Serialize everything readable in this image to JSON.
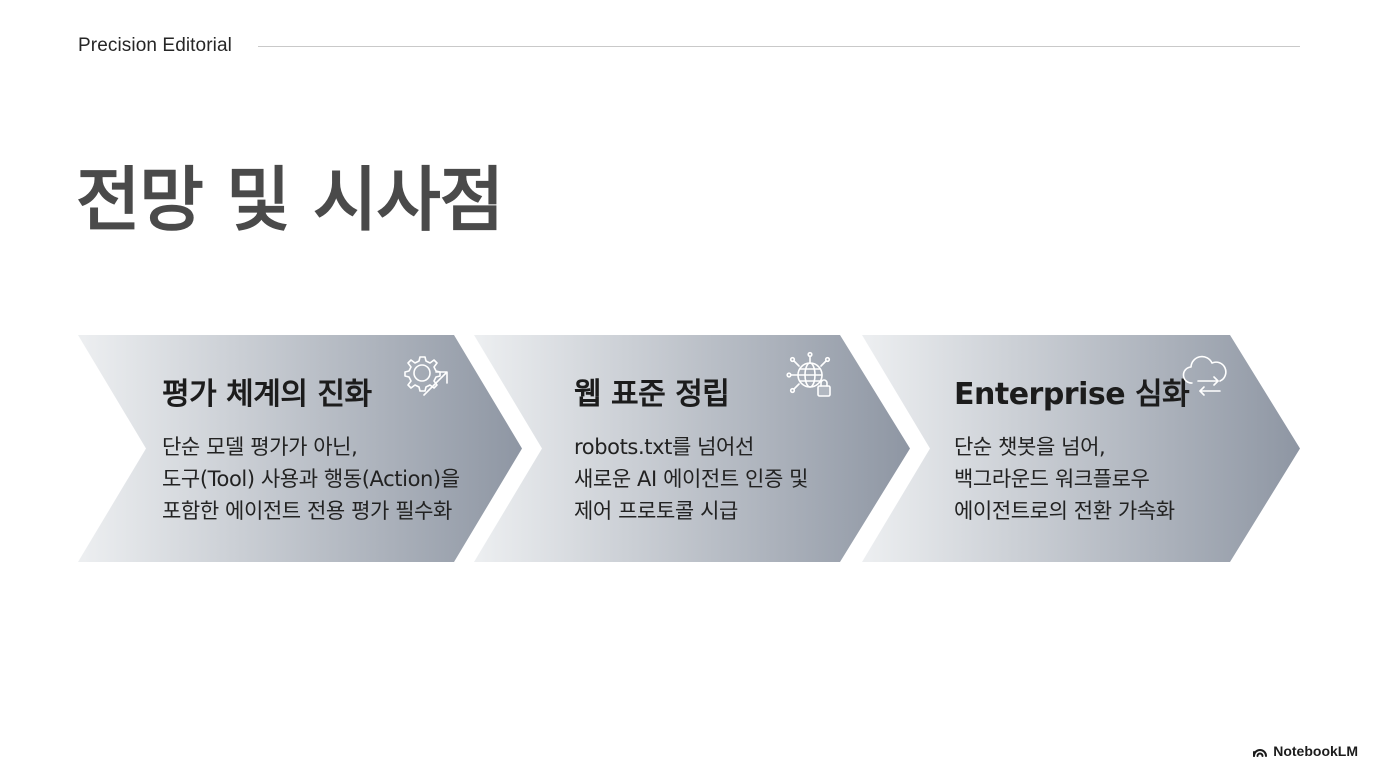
{
  "header": {
    "label": "Precision Editorial"
  },
  "title": "전망 및 시사점",
  "steps": [
    {
      "title": "평가 체계의 진화",
      "icon": "gear-arrow-icon",
      "lines": [
        "단순 모델 평가가 아닌,",
        "도구(Tool) 사용과 행동(Action)을",
        "포함한 에이전트 전용 평가 필수화"
      ]
    },
    {
      "title": "웹 표준 정립",
      "icon": "globe-lock-icon",
      "lines": [
        "robots.txt를 넘어선",
        "새로운 AI 에이전트 인증 및",
        "제어 프로토콜 시급"
      ]
    },
    {
      "title": "Enterprise 심화",
      "icon": "cloud-sync-icon",
      "lines": [
        "단순 챗봇을 넘어,",
        "백그라운드 워크플로우",
        "에이전트로의 전환 가속화"
      ]
    }
  ],
  "branding": {
    "name": "NotebookLM"
  },
  "colors": {
    "chevron_light": "#eceef0",
    "chevron_dark": "#8e96a3",
    "title": "#4a4a4a",
    "rule": "#c9c9c9"
  }
}
